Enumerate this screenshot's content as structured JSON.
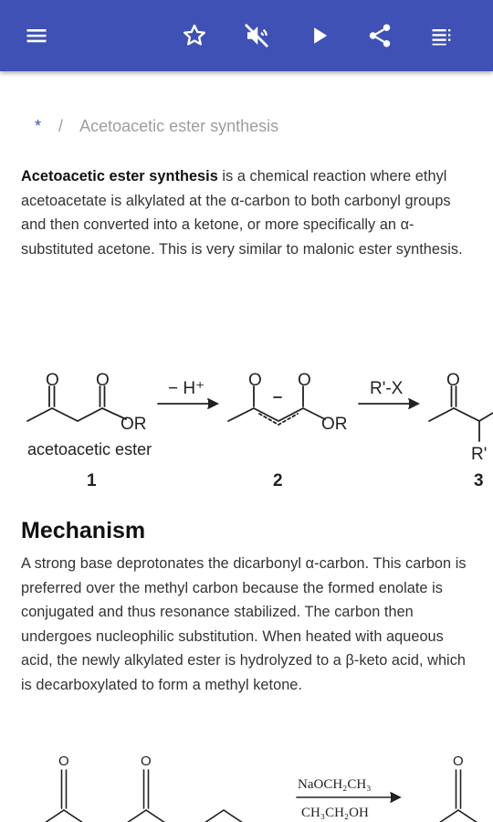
{
  "toolbar": {
    "icons": [
      "menu-icon",
      "star-icon",
      "volume-off-icon",
      "play-icon",
      "share-icon",
      "toc-icon"
    ]
  },
  "breadcrumb": {
    "home": "*",
    "separator": "/",
    "current": "Acetoacetic ester synthesis"
  },
  "intro": {
    "bold": "Acetoacetic ester synthesis",
    "text": " is a chemical reaction where ethyl acetoacetate is alkylated at the α-carbon to both carbonyl groups and then converted into a ketone, or more specifically an α-substituted acetone. This is very similar to malonic ester synthesis."
  },
  "figure1": {
    "reagent1": "− H⁺",
    "reagent2": "R'-X",
    "or_label": "OR",
    "o_label": "O",
    "r_label": "R'",
    "caption": "acetoacetic ester",
    "num1": "1",
    "num2": "2",
    "num3": "3"
  },
  "mechanism": {
    "heading": "Mechanism",
    "text": "A strong base deprotonates the dicarbonyl α-carbon. This carbon is preferred over the methyl carbon because the formed enolate is conjugated and thus resonance stabilized. The carbon then undergoes nucleophilic substitution. When heated with aqueous acid, the newly alkylated ester is hydrolyzed to a β-keto acid, which is decarboxylated to form a methyl ketone."
  },
  "figure2": {
    "reagent_top": "NaOCH₂CH₃",
    "reagent_bottom": "CH₃CH₂OH",
    "o_label": "O"
  },
  "colors": {
    "appbar": "#3f51b5",
    "accent": "#3f51b5"
  }
}
